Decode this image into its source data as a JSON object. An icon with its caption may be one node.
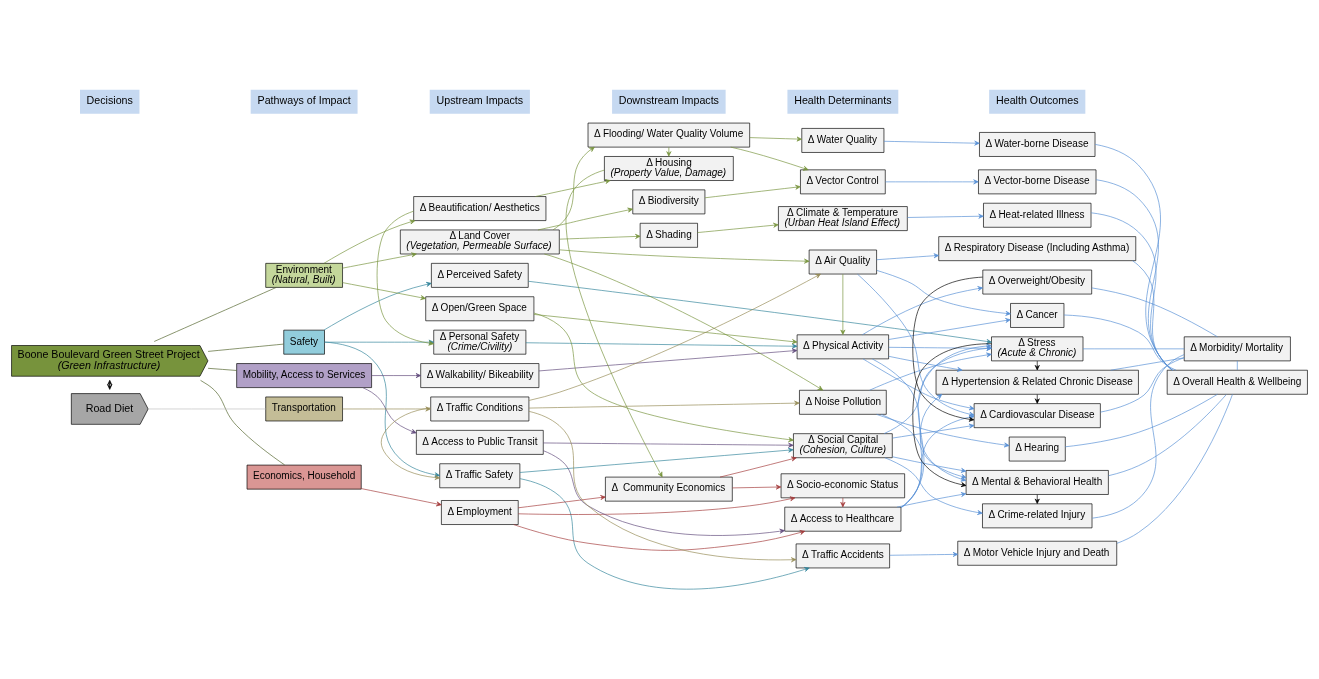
{
  "diagram": {
    "nodes": [
      {
        "text": [
          "Boone Boulevard Green Street Project",
          "(Green Infrastructure)"
        ]
      },
      {
        "text": [
          "Road Diet"
        ]
      },
      {
        "text": [
          "Safety"
        ]
      },
      {
        "text": [
          "Economics, Household"
        ]
      },
      {
        "text": [
          "Mobility, Access to Services"
        ]
      },
      {
        "text": [
          "Environment",
          "(Natural, Built)"
        ]
      },
      {
        "text": [
          "Transportation"
        ]
      },
      {
        "text": [
          "Δ Personal Safety",
          "(Crime/Civility)"
        ]
      },
      {
        "text": [
          "Δ Perceived Safety"
        ]
      },
      {
        "text": [
          "Δ Traffic Safety"
        ]
      },
      {
        "text": [
          "Δ Employment"
        ]
      },
      {
        "text": [
          "Δ Walkability/ Bikeability"
        ]
      },
      {
        "text": [
          "Δ Access to Public Transit"
        ]
      },
      {
        "text": [
          "Δ Open/Green Space"
        ]
      },
      {
        "text": [
          "Δ Beautification/ Aesthetics"
        ]
      },
      {
        "text": [
          "Δ Land Cover",
          "(Vegetation, Permeable Surface)"
        ]
      },
      {
        "text": [
          "Δ Traffic Conditions"
        ]
      },
      {
        "text": [
          "Δ  Community Economics"
        ]
      },
      {
        "text": [
          "Δ Housing",
          "(Property Value, Damage)"
        ]
      },
      {
        "text": [
          "Δ Flooding/ Water Quality Volume"
        ]
      },
      {
        "text": [
          "Δ Biodiversity"
        ]
      },
      {
        "text": [
          "Δ Shading"
        ]
      },
      {
        "text": [
          "Δ Physical Activity"
        ]
      },
      {
        "text": [
          "Δ Access to Healthcare"
        ]
      },
      {
        "text": [
          "Δ Socio-economic Status"
        ]
      },
      {
        "text": [
          "Δ Social Capital",
          "(Cohesion, Culture)"
        ]
      },
      {
        "text": [
          "Δ Water Quality"
        ]
      },
      {
        "text": [
          "Δ Vector Control"
        ]
      },
      {
        "text": [
          "Δ Climate & Temperature",
          "(Urban Heat Island Effect)"
        ]
      },
      {
        "text": [
          "Δ Air Quality"
        ]
      },
      {
        "text": [
          "Δ Noise Pollution"
        ]
      },
      {
        "text": [
          "Δ Traffic Accidents"
        ]
      },
      {
        "text": [
          "Δ Overweight/Obesity"
        ]
      },
      {
        "text": [
          "Δ Stress",
          "(Acute & Chronic)"
        ]
      },
      {
        "text": [
          "Δ Hypertension & Related Chronic Disease"
        ]
      },
      {
        "text": [
          "Δ Cardiovascular Disease"
        ]
      },
      {
        "text": [
          "Δ Crime-related Injury"
        ]
      },
      {
        "text": [
          "Δ Mental & Behavioral Health"
        ]
      },
      {
        "text": [
          "Δ Water-borne Disease"
        ]
      },
      {
        "text": [
          "Δ Vector-borne Disease"
        ]
      },
      {
        "text": [
          "Δ Heat-related Illness"
        ]
      },
      {
        "text": [
          "Δ Cancer"
        ]
      },
      {
        "text": [
          "Δ Respiratory Disease (Including Asthma)"
        ]
      },
      {
        "text": [
          "Δ Hearing"
        ]
      },
      {
        "text": [
          "Δ Motor Vehicle Injury and Death"
        ]
      },
      {
        "text": [
          "Δ Morbidity/ Mortality"
        ]
      },
      {
        "text": [
          "Δ Overall Health & Wellbeing"
        ]
      }
    ],
    "edges": [
      {
        "from": 0,
        "to": 1,
        "arrow": "both",
        "color": "#000000"
      },
      {
        "from": 0,
        "to": 2,
        "arrow": "none",
        "color": "#4f6228"
      },
      {
        "from": 0,
        "to": 3,
        "arrow": "none",
        "color": "#4f6228"
      },
      {
        "from": 0,
        "to": 4,
        "arrow": "none",
        "color": "#4f6228"
      },
      {
        "from": 0,
        "to": 5,
        "arrow": "none",
        "color": "#4f6228"
      },
      {
        "from": 1,
        "to": 6,
        "arrow": "none",
        "color": "#bfbfbf"
      },
      {
        "from": 2,
        "to": 7,
        "arrow": "to",
        "color": "#31849b"
      },
      {
        "from": 2,
        "to": 8,
        "arrow": "to",
        "color": "#31849b"
      },
      {
        "from": 2,
        "to": 9,
        "arrow": "to",
        "color": "#31849b"
      },
      {
        "from": 3,
        "to": 10,
        "arrow": "to",
        "color": "#a33a3a"
      },
      {
        "from": 4,
        "to": 11,
        "arrow": "to",
        "color": "#604a7b"
      },
      {
        "from": 4,
        "to": 12,
        "arrow": "to",
        "color": "#604a7b"
      },
      {
        "from": 5,
        "to": 13,
        "arrow": "to",
        "color": "#77933c"
      },
      {
        "from": 5,
        "to": 14,
        "arrow": "to",
        "color": "#77933c"
      },
      {
        "from": 5,
        "to": 15,
        "arrow": "to",
        "color": "#77933c"
      },
      {
        "from": 6,
        "to": 16,
        "arrow": "to",
        "color": "#948a54"
      },
      {
        "from": 7,
        "to": 22,
        "arrow": "to",
        "color": "#31849b"
      },
      {
        "from": 8,
        "to": 33,
        "arrow": "to",
        "color": "#31849b"
      },
      {
        "from": 9,
        "to": 25,
        "arrow": "to",
        "color": "#31849b"
      },
      {
        "from": 9,
        "to": 31,
        "arrow": "to",
        "color": "#31849b"
      },
      {
        "from": 10,
        "to": 17,
        "arrow": "to",
        "color": "#a33a3a"
      },
      {
        "from": 10,
        "to": 23,
        "arrow": "to",
        "color": "#a33a3a"
      },
      {
        "from": 10,
        "to": 24,
        "arrow": "to",
        "color": "#a33a3a"
      },
      {
        "from": 17,
        "to": 24,
        "arrow": "to",
        "color": "#a33a3a"
      },
      {
        "from": 17,
        "to": 25,
        "arrow": "to",
        "color": "#a33a3a"
      },
      {
        "from": 24,
        "to": 23,
        "arrow": "to",
        "color": "#a33a3a"
      },
      {
        "from": 11,
        "to": 22,
        "arrow": "to",
        "color": "#604a7b"
      },
      {
        "from": 12,
        "to": 25,
        "arrow": "to",
        "color": "#604a7b"
      },
      {
        "from": 12,
        "to": 23,
        "arrow": "to",
        "color": "#604a7b"
      },
      {
        "from": 13,
        "to": 22,
        "arrow": "to",
        "color": "#77933c"
      },
      {
        "from": 13,
        "to": 25,
        "arrow": "to",
        "color": "#77933c"
      },
      {
        "from": 14,
        "to": 7,
        "arrow": "to",
        "color": "#77933c"
      },
      {
        "from": 14,
        "to": 18,
        "arrow": "to",
        "color": "#77933c"
      },
      {
        "from": 15,
        "to": 19,
        "arrow": "to",
        "color": "#77933c"
      },
      {
        "from": 15,
        "to": 20,
        "arrow": "to",
        "color": "#77933c"
      },
      {
        "from": 15,
        "to": 21,
        "arrow": "to",
        "color": "#77933c"
      },
      {
        "from": 15,
        "to": 29,
        "arrow": "to",
        "color": "#77933c"
      },
      {
        "from": 15,
        "to": 30,
        "arrow": "to",
        "color": "#77933c"
      },
      {
        "from": 18,
        "to": 17,
        "arrow": "to",
        "color": "#77933c"
      },
      {
        "from": 19,
        "to": 18,
        "arrow": "to",
        "color": "#77933c"
      },
      {
        "from": 19,
        "to": 26,
        "arrow": "to",
        "color": "#77933c"
      },
      {
        "from": 19,
        "to": 27,
        "arrow": "to",
        "color": "#77933c"
      },
      {
        "from": 20,
        "to": 27,
        "arrow": "to",
        "color": "#77933c"
      },
      {
        "from": 21,
        "to": 28,
        "arrow": "to",
        "color": "#77933c"
      },
      {
        "from": 29,
        "to": 22,
        "arrow": "to",
        "color": "#77933c"
      },
      {
        "from": 16,
        "to": 9,
        "arrow": "to",
        "color": "#948a54"
      },
      {
        "from": 16,
        "to": 29,
        "arrow": "to",
        "color": "#948a54"
      },
      {
        "from": 16,
        "to": 30,
        "arrow": "to",
        "color": "#948a54"
      },
      {
        "from": 16,
        "to": 31,
        "arrow": "to",
        "color": "#948a54"
      },
      {
        "from": 22,
        "to": 32,
        "arrow": "to"
      },
      {
        "from": 22,
        "to": 33,
        "arrow": "to"
      },
      {
        "from": 22,
        "to": 34,
        "arrow": "to"
      },
      {
        "from": 22,
        "to": 35,
        "arrow": "to"
      },
      {
        "from": 22,
        "to": 37,
        "arrow": "to"
      },
      {
        "from": 22,
        "to": 41,
        "arrow": "to"
      },
      {
        "from": 23,
        "to": 33,
        "arrow": "to"
      },
      {
        "from": 23,
        "to": 34,
        "arrow": "to"
      },
      {
        "from": 23,
        "to": 35,
        "arrow": "to"
      },
      {
        "from": 23,
        "to": 37,
        "arrow": "to"
      },
      {
        "from": 25,
        "to": 33,
        "arrow": "to"
      },
      {
        "from": 25,
        "to": 35,
        "arrow": "to"
      },
      {
        "from": 25,
        "to": 36,
        "arrow": "to"
      },
      {
        "from": 25,
        "to": 37,
        "arrow": "to"
      },
      {
        "from": 26,
        "to": 38,
        "arrow": "to"
      },
      {
        "from": 27,
        "to": 39,
        "arrow": "to"
      },
      {
        "from": 28,
        "to": 40,
        "arrow": "to"
      },
      {
        "from": 29,
        "to": 35,
        "arrow": "to"
      },
      {
        "from": 29,
        "to": 41,
        "arrow": "to"
      },
      {
        "from": 29,
        "to": 42,
        "arrow": "to"
      },
      {
        "from": 30,
        "to": 33,
        "arrow": "to"
      },
      {
        "from": 30,
        "to": 37,
        "arrow": "to"
      },
      {
        "from": 30,
        "to": 43,
        "arrow": "to"
      },
      {
        "from": 31,
        "to": 44,
        "arrow": "to"
      },
      {
        "from": 32,
        "to": 35,
        "arrow": "to",
        "color": "#000000"
      },
      {
        "from": 33,
        "to": 34,
        "arrow": "to",
        "color": "#000000"
      },
      {
        "from": 34,
        "to": 35,
        "arrow": "to",
        "color": "#000000"
      },
      {
        "from": 33,
        "to": 37,
        "arrow": "to",
        "color": "#000000"
      },
      {
        "from": 37,
        "to": 36,
        "arrow": "to",
        "color": "#000000"
      },
      {
        "from": 32,
        "to": 45,
        "arrow": "none"
      },
      {
        "from": 33,
        "to": 45,
        "arrow": "none"
      },
      {
        "from": 34,
        "to": 45,
        "arrow": "none"
      },
      {
        "from": 35,
        "to": 45,
        "arrow": "none"
      },
      {
        "from": 36,
        "to": 45,
        "arrow": "none"
      },
      {
        "from": 37,
        "to": 46,
        "arrow": "none"
      },
      {
        "from": 38,
        "to": 46,
        "arrow": "none"
      },
      {
        "from": 39,
        "to": 46,
        "arrow": "none"
      },
      {
        "from": 40,
        "to": 46,
        "arrow": "none"
      },
      {
        "from": 41,
        "to": 46,
        "arrow": "none"
      },
      {
        "from": 42,
        "to": 46,
        "arrow": "none"
      },
      {
        "from": 43,
        "to": 46,
        "arrow": "none"
      },
      {
        "from": 44,
        "to": 46,
        "arrow": "none"
      },
      {
        "from": 45,
        "to": 46,
        "arrow": "none"
      }
    ],
    "labels": [
      "Decisions",
      "Pathways of Impact",
      "Upstream Impacts",
      "Downstream Impacts",
      "Health Determinants",
      "Health Outcomes"
    ]
  }
}
